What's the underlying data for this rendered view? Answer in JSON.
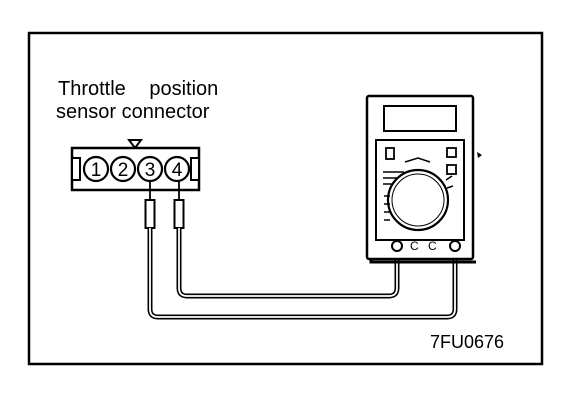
{
  "labels": {
    "connector_title_line1": "Throttle position",
    "connector_title_line2": "sensor connector",
    "figure_id": "7FU0676"
  },
  "connector": {
    "pins": [
      "1",
      "2",
      "3",
      "4"
    ],
    "probed_pins": [
      "3",
      "4"
    ]
  },
  "colors": {
    "ink": "#000000",
    "paper": "#ffffff"
  }
}
